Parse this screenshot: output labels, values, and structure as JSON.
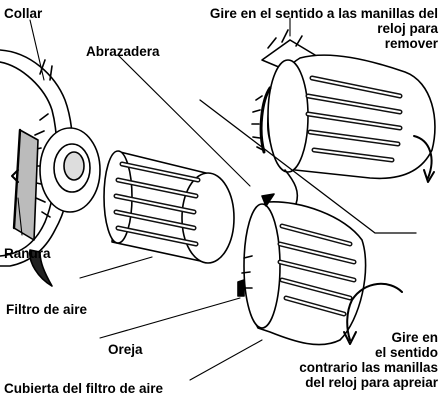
{
  "labels": {
    "collar": "Collar",
    "remove_instruction": [
      "Gire en el sentido a las manillas del",
      "reloj para",
      "remover"
    ],
    "clamp": "Abrazadera",
    "slot": "Ranura",
    "air_filter": "Filtro de aire",
    "tab": "Oreja",
    "tighten_instruction": [
      "Gire en",
      "el sentido",
      "contrario las manillas",
      "del reloj para apreiar"
    ],
    "filter_cover": "Cubierta del filtro de aire"
  },
  "colors": {
    "ink": "#000000",
    "paper": "#ffffff"
  }
}
